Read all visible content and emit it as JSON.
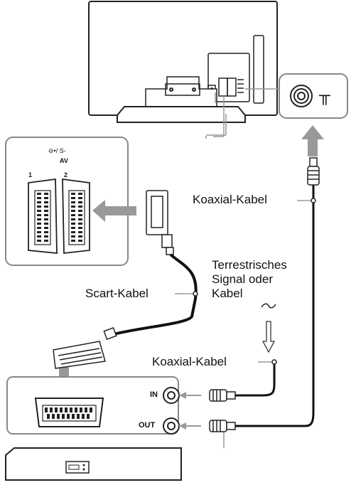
{
  "labels": {
    "coax_top": "Koaxial-Kabel",
    "coax_bottom": "Koaxial-Kabel",
    "scart": "Scart-Kabel",
    "signal_line1": "Terrestrisches",
    "signal_line2": "Signal oder",
    "signal_line3": "Kabel",
    "port_in": "IN",
    "port_out": "OUT",
    "scart_port_1": "1",
    "scart_port_2": "2",
    "av_label": "AV",
    "av_symbols": "⊖•/ S-",
    "antenna_symbol": "╥"
  }
}
